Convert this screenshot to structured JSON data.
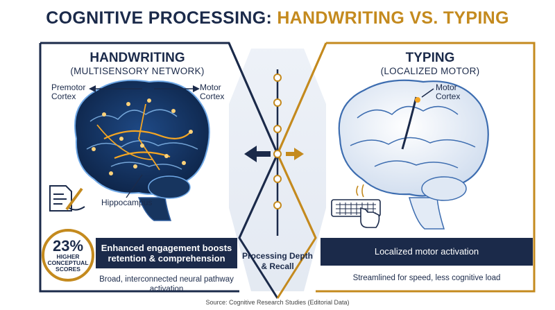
{
  "title": {
    "part1": "COGNITIVE PROCESSING:",
    "part2": "HANDWRITING VS. TYPING"
  },
  "left": {
    "title": "HANDWRITING",
    "subtitle": "(MULTISENSORY NETWORK)",
    "region_premotor": "Premotor\nCortex",
    "region_motor": "Motor\nCortex",
    "region_hippocampus": "Hippocampus",
    "badge_value": "23%",
    "badge_line1": "HIGHER",
    "badge_line2": "CONCEPTUAL",
    "badge_line3": "SCORES",
    "bar_text": "Enhanced engagement boosts retention & comprehension",
    "footer": "Broad, interconnected neural pathway activation"
  },
  "right": {
    "title": "TYPING",
    "subtitle": "(LOCALIZED MOTOR)",
    "region_motor": "Motor\nCortex",
    "bar_text": "Localized motor activation",
    "footer": "Streamlined for speed, less cognitive load"
  },
  "center": {
    "label": "Processing Depth & Recall"
  },
  "source": "Source: Cognitive Research Studies (Editorial Data)",
  "colors": {
    "navy": "#1b2a4a",
    "gold": "#c48a1e",
    "glow": "#f5a623",
    "brain_blue": "#2f5d9e"
  }
}
